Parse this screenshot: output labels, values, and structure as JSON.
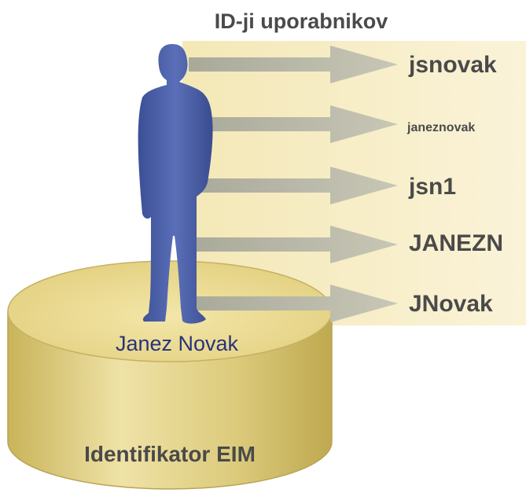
{
  "diagram": {
    "header": "ID-ji uporabnikov",
    "user_ids": [
      "jsnovak",
      "janeznovak",
      "jsn1",
      "JANEZN",
      "JNovak"
    ],
    "person_name": "Janez Novak",
    "cylinder_label": "Identifikator EIM"
  },
  "colors": {
    "panel_fill": "#f7eec4",
    "cylinder_top": "#ecdc90",
    "cylinder_side": "#d9c56a",
    "person": "#4a5ea6",
    "arrow": "#b9b8a6",
    "text": "#4a4a4a",
    "name_text": "#27337a"
  },
  "icons": [
    "person-icon"
  ]
}
